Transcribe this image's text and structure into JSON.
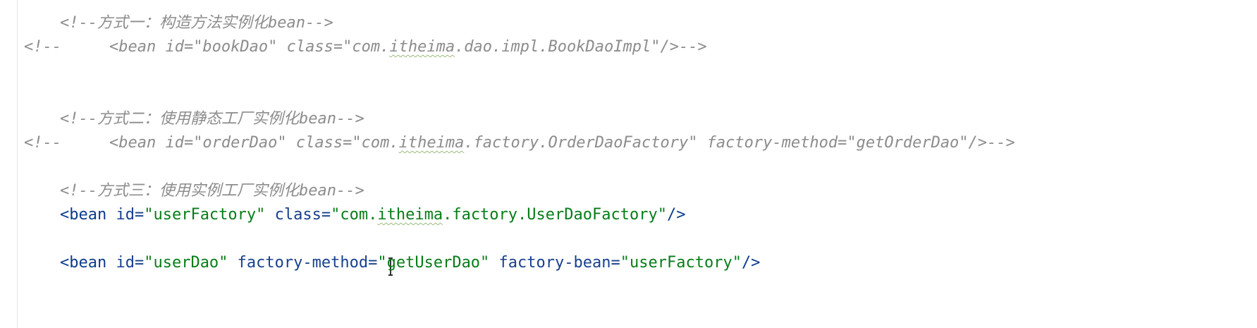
{
  "editor": {
    "lines": {
      "comment_method1": "<!--方式一：构造方法实例化bean-->",
      "line2_prefix": "<!--",
      "line2_body_start": "<bean id=\"bookDao\" class=\"com.",
      "line2_squiggle": "itheima",
      "line2_body_end": ".dao.impl.BookDaoImpl\"/>-->",
      "comment_method2": "<!--方式二：使用静态工厂实例化bean-->",
      "line4_prefix": "<!--",
      "line4_body_start": "<bean id=\"orderDao\" class=\"com.",
      "line4_squiggle": "itheima",
      "line4_body_end": ".factory.OrderDaoFactory\" factory-method=\"getOrderDao\"/>-->",
      "comment_method3": "<!--方式三：使用实例工厂实例化bean-->",
      "line6": {
        "open": "<bean",
        "attr1": " id=",
        "val1": "\"userFactory\"",
        "attr2": " class=",
        "val2_start": "\"com.",
        "val2_squiggle": "itheima",
        "val2_end": ".factory.UserDaoFactory\"",
        "close": "/>"
      },
      "line7": {
        "open": "<bean",
        "attr1": " id=",
        "val1": "\"userDao\"",
        "attr2": " factory-method=",
        "val2": "\"getUserDao\"",
        "attr3": " factory-bean=",
        "val3": "\"userFactory\"",
        "close": "/>"
      }
    }
  },
  "colors": {
    "comment": "#8c8c8c",
    "tag": "#0b3b8c",
    "value": "#067d17"
  }
}
